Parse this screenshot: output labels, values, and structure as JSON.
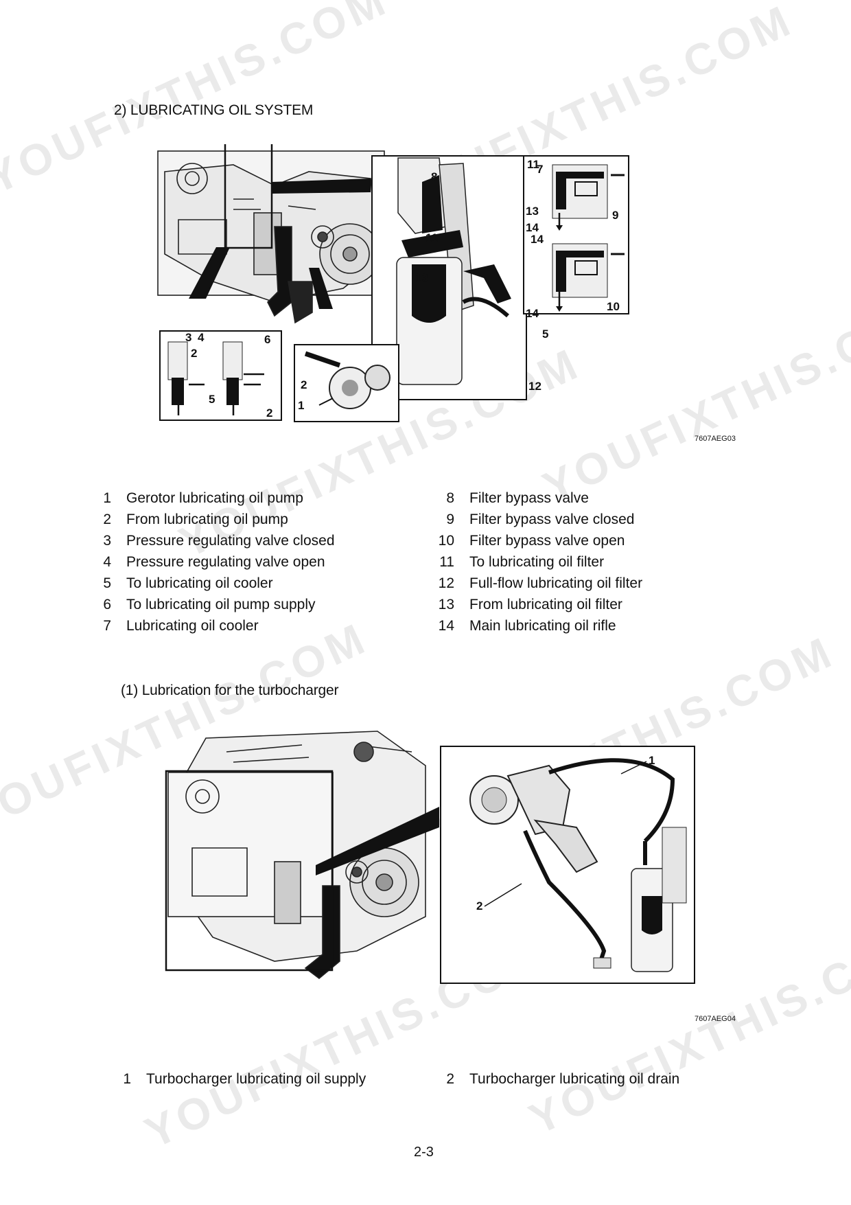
{
  "section_title": "2) LUBRICATING OIL SYSTEM",
  "figure1": {
    "code": "7607AEG03",
    "callouts": [
      "1",
      "2",
      "3",
      "4",
      "5",
      "6",
      "7",
      "8",
      "9",
      "10",
      "11",
      "12",
      "13",
      "14"
    ]
  },
  "legend1": [
    {
      "num": "1",
      "label": "Gerotor lubricating oil pump"
    },
    {
      "num": "2",
      "label": "From lubricating oil pump"
    },
    {
      "num": "3",
      "label": "Pressure regulating valve closed"
    },
    {
      "num": "4",
      "label": "Pressure regulating valve open"
    },
    {
      "num": "5",
      "label": "To lubricating oil cooler"
    },
    {
      "num": "6",
      "label": "To lubricating oil pump supply"
    },
    {
      "num": "7",
      "label": "Lubricating oil cooler"
    },
    {
      "num": "8",
      "label": "Filter bypass valve"
    },
    {
      "num": "9",
      "label": "Filter bypass valve closed"
    },
    {
      "num": "10",
      "label": "Filter bypass valve open"
    },
    {
      "num": "11",
      "label": "To lubricating oil filter"
    },
    {
      "num": "12",
      "label": "Full-flow lubricating oil filter"
    },
    {
      "num": "13",
      "label": "From lubricating oil filter"
    },
    {
      "num": "14",
      "label": "Main lubricating oil rifle"
    }
  ],
  "subsection_title": "(1) Lubrication for the turbocharger",
  "figure2": {
    "code": "7607AEG04",
    "callouts": [
      "1",
      "2"
    ]
  },
  "legend2": [
    {
      "num": "1",
      "label": "Turbocharger lubricating oil supply"
    },
    {
      "num": "2",
      "label": "Turbocharger lubricating oil drain"
    }
  ],
  "page_number": "2-3",
  "watermark": "YOUFIXTHIS.COM"
}
